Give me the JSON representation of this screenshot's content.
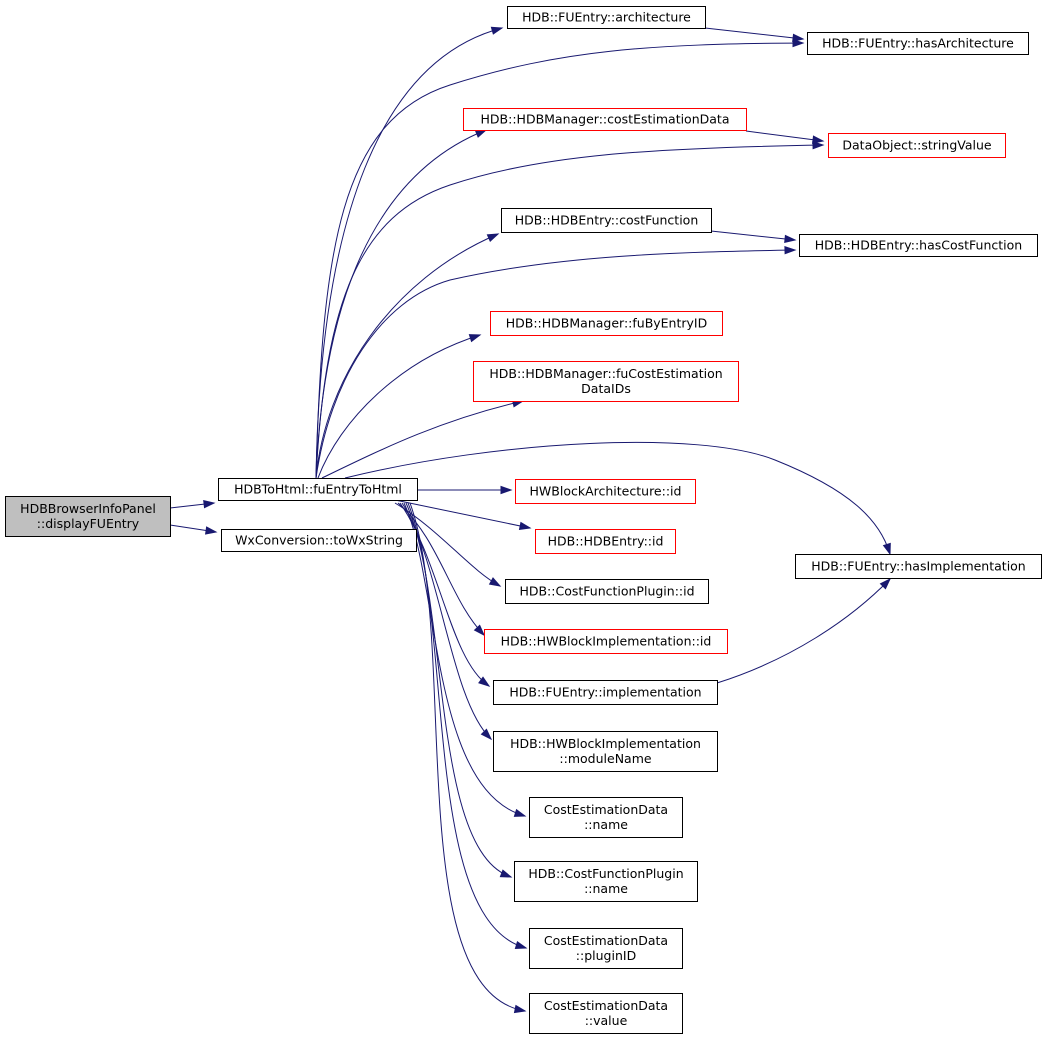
{
  "colors": {
    "edge": "#191970",
    "normal_border": "#000000",
    "truncated_border": "#ff0000",
    "root_fill": "#bfbfbf",
    "node_fill": "#ffffff"
  },
  "nodes": {
    "root": {
      "lines": [
        "HDBBrowserInfoPanel",
        "::displayFUEntry"
      ],
      "kind": "root"
    },
    "fuEntryToHtml": {
      "lines": [
        "HDBToHtml::fuEntryToHtml"
      ],
      "kind": "normal"
    },
    "toWxString": {
      "lines": [
        "WxConversion::toWxString"
      ],
      "kind": "normal"
    },
    "architecture": {
      "lines": [
        "HDB::FUEntry::architecture"
      ],
      "kind": "normal"
    },
    "hasArchitecture": {
      "lines": [
        "HDB::FUEntry::hasArchitecture"
      ],
      "kind": "normal"
    },
    "costEstimationData": {
      "lines": [
        "HDB::HDBManager::costEstimationData"
      ],
      "kind": "truncated"
    },
    "stringValue": {
      "lines": [
        "DataObject::stringValue"
      ],
      "kind": "truncated"
    },
    "costFunction": {
      "lines": [
        "HDB::HDBEntry::costFunction"
      ],
      "kind": "normal"
    },
    "hasCostFunction": {
      "lines": [
        "HDB::HDBEntry::hasCostFunction"
      ],
      "kind": "normal"
    },
    "fuByEntryID": {
      "lines": [
        "HDB::HDBManager::fuByEntryID"
      ],
      "kind": "truncated"
    },
    "fuCostEstimationDataIDs": {
      "lines": [
        "HDB::HDBManager::fuCostEstimation",
        "DataIDs"
      ],
      "kind": "truncated"
    },
    "hwBlockArchId": {
      "lines": [
        "HWBlockArchitecture::id"
      ],
      "kind": "truncated"
    },
    "hdbEntryId": {
      "lines": [
        "HDB::HDBEntry::id"
      ],
      "kind": "truncated"
    },
    "costFunctionPluginId": {
      "lines": [
        "HDB::CostFunctionPlugin::id"
      ],
      "kind": "normal"
    },
    "hwBlockImplId": {
      "lines": [
        "HDB::HWBlockImplementation::id"
      ],
      "kind": "truncated"
    },
    "implementation": {
      "lines": [
        "HDB::FUEntry::implementation"
      ],
      "kind": "normal"
    },
    "hasImplementation": {
      "lines": [
        "HDB::FUEntry::hasImplementation"
      ],
      "kind": "normal"
    },
    "moduleName": {
      "lines": [
        "HDB::HWBlockImplementation",
        "::moduleName"
      ],
      "kind": "normal"
    },
    "cedName": {
      "lines": [
        "CostEstimationData",
        "::name"
      ],
      "kind": "normal"
    },
    "cfpName": {
      "lines": [
        "HDB::CostFunctionPlugin",
        "::name"
      ],
      "kind": "normal"
    },
    "cedPluginID": {
      "lines": [
        "CostEstimationData",
        "::pluginID"
      ],
      "kind": "normal"
    },
    "cedValue": {
      "lines": [
        "CostEstimationData",
        "::value"
      ],
      "kind": "normal"
    }
  },
  "edges": [
    [
      "root",
      "fuEntryToHtml"
    ],
    [
      "root",
      "toWxString"
    ],
    [
      "fuEntryToHtml",
      "architecture"
    ],
    [
      "fuEntryToHtml",
      "hasArchitecture"
    ],
    [
      "fuEntryToHtml",
      "costEstimationData"
    ],
    [
      "fuEntryToHtml",
      "stringValue"
    ],
    [
      "fuEntryToHtml",
      "costFunction"
    ],
    [
      "fuEntryToHtml",
      "hasCostFunction"
    ],
    [
      "fuEntryToHtml",
      "fuByEntryID"
    ],
    [
      "fuEntryToHtml",
      "fuCostEstimationDataIDs"
    ],
    [
      "fuEntryToHtml",
      "hasImplementation"
    ],
    [
      "fuEntryToHtml",
      "hwBlockArchId"
    ],
    [
      "fuEntryToHtml",
      "hdbEntryId"
    ],
    [
      "fuEntryToHtml",
      "costFunctionPluginId"
    ],
    [
      "fuEntryToHtml",
      "hwBlockImplId"
    ],
    [
      "fuEntryToHtml",
      "implementation"
    ],
    [
      "fuEntryToHtml",
      "moduleName"
    ],
    [
      "fuEntryToHtml",
      "cedName"
    ],
    [
      "fuEntryToHtml",
      "cfpName"
    ],
    [
      "fuEntryToHtml",
      "cedPluginID"
    ],
    [
      "fuEntryToHtml",
      "cedValue"
    ],
    [
      "architecture",
      "hasArchitecture"
    ],
    [
      "costEstimationData",
      "stringValue"
    ],
    [
      "costFunction",
      "hasCostFunction"
    ],
    [
      "implementation",
      "hasImplementation"
    ]
  ]
}
